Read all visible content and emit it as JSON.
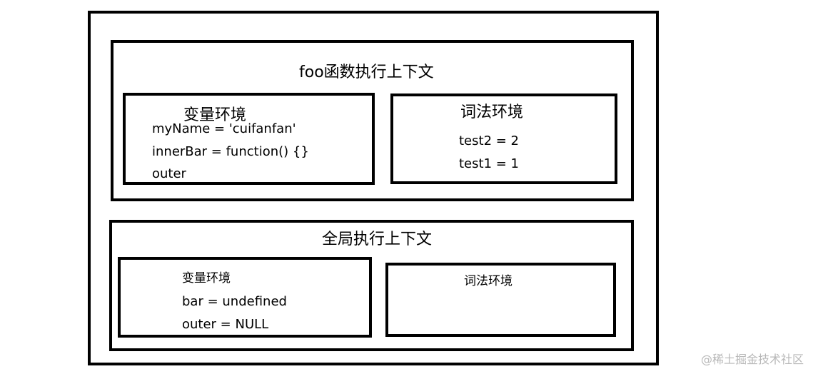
{
  "foo_context": {
    "title": "foo函数执行上下文",
    "variable_env": {
      "title": "变量环境",
      "lines": [
        "myName = 'cuifanfan'",
        "innerBar = function() {}",
        "outer"
      ]
    },
    "lexical_env": {
      "title": "词法环境",
      "lines": [
        "test2 = 2",
        "test1 = 1"
      ]
    }
  },
  "global_context": {
    "title": "全局执行上下文",
    "variable_env": {
      "title": "变量环境",
      "lines": [
        "bar = undefined",
        "outer = NULL"
      ]
    },
    "lexical_env": {
      "title": "词法环境"
    }
  },
  "watermark": "@稀土掘金技术社区"
}
